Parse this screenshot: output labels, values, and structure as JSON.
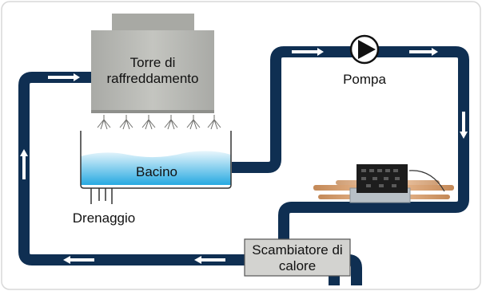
{
  "labels": {
    "tower": "Torre di raffreddamento",
    "pump": "Pompa",
    "basin": "Bacino",
    "drain": "Drenaggio",
    "exchanger": "Scambiatore di calore"
  },
  "colors": {
    "pipe": "#0f2f52",
    "arrow": "#ffffff",
    "tower_fill": "#b9bab5",
    "tower_top": "#a8a9a4",
    "water_top": "#e8f6fc",
    "water_bottom": "#27a9e1",
    "exchanger_fill": "#d3d3d0",
    "frame_border": "#d8d8d8"
  },
  "icons": [
    "pump-icon",
    "flow-arrow-icon",
    "spray-nozzle-icon",
    "drain-pipe-icon",
    "cooling-unit-image"
  ]
}
